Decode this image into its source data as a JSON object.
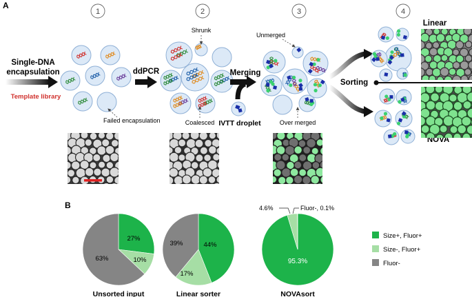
{
  "panel_a": {
    "letter": "A",
    "steps": [
      "1",
      "2",
      "3",
      "4"
    ],
    "labels": {
      "single_dna_line1": "Single-DNA",
      "single_dna_line2": "encapsulation",
      "template_library": "Template library",
      "ddpcr": "ddPCR",
      "shrunk": "Shrunk",
      "coalesced": "Coalesced",
      "failed_encapsulation": "Failed encapsulation",
      "merging": "Merging",
      "ivtt_droplet": "IVTT droplet",
      "unmerged": "Unmerged",
      "over_merged": "Over merged",
      "sorting": "Sorting",
      "linear": "Linear",
      "nova": "NOVA"
    },
    "colors": {
      "droplet_fill": "#dce9f7",
      "droplet_stroke": "#8fb0d6",
      "template_red": "#d0312d",
      "fluor_green": "#3bd16f",
      "protein_blue": "#1a2fa8"
    }
  },
  "panel_b": {
    "letter": "B",
    "legend": [
      {
        "label": "Size+, Fluor+",
        "color": "#1db34a"
      },
      {
        "label": "Size-, Fluor+",
        "color": "#a6dea5"
      },
      {
        "label": "Fluor-",
        "color": "#858585"
      }
    ]
  },
  "chart_data": [
    {
      "type": "pie",
      "title": "Unsorted input",
      "categories": [
        "Size+, Fluor+",
        "Size-, Fluor+",
        "Fluor-"
      ],
      "values": [
        27,
        10,
        63
      ],
      "value_labels": [
        "27%",
        "10%",
        "63%"
      ]
    },
    {
      "type": "pie",
      "title": "Linear sorter",
      "categories": [
        "Size+, Fluor+",
        "Size-, Fluor+",
        "Fluor-"
      ],
      "values": [
        44,
        17,
        39
      ],
      "value_labels": [
        "44%",
        "17%",
        "39%"
      ]
    },
    {
      "type": "pie",
      "title": "NOVAsort",
      "categories": [
        "Size+, Fluor+",
        "Size-, Fluor+",
        "Fluor-"
      ],
      "values": [
        95.3,
        4.6,
        0.1
      ],
      "value_labels": [
        "95.3%",
        "4.6%",
        "Fluor-, 0.1%"
      ]
    }
  ]
}
